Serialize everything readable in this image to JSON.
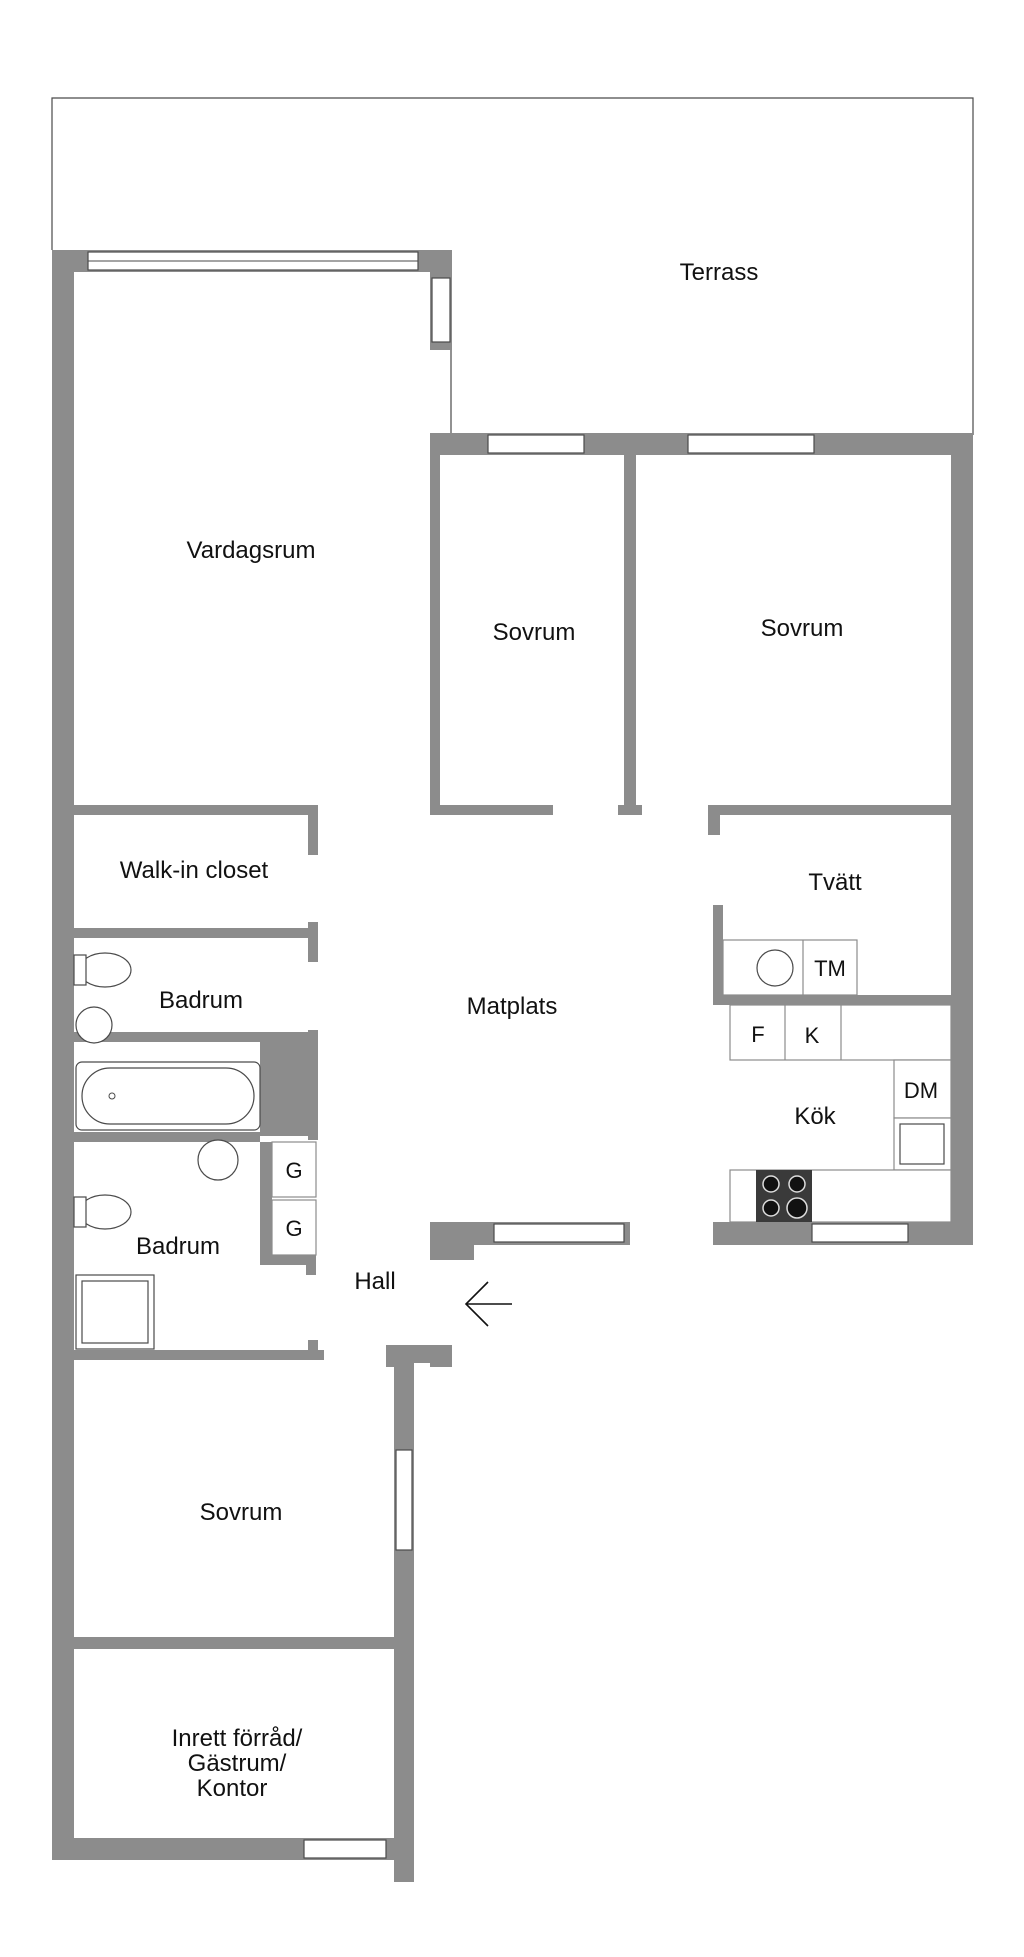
{
  "rooms": {
    "terrace": "Terrass",
    "living_room": "Vardagsrum",
    "bedroom_1": "Sovrum",
    "bedroom_2": "Sovrum",
    "walk_in_closet": "Walk-in closet",
    "laundry": "Tvätt",
    "dining": "Matplats",
    "bathroom_1": "Badrum",
    "bathroom_2": "Badrum",
    "kitchen": "Kök",
    "hall": "Hall",
    "bedroom_3": "Sovrum",
    "storage_lines": [
      "Inrett förråd/",
      "Gästrum/",
      "Kontor"
    ]
  },
  "appliances": {
    "washing_machine": "TM",
    "fridge": "F",
    "freezer": "K",
    "dishwasher": "DM",
    "wardrobe_1": "G",
    "wardrobe_2": "G"
  },
  "colors": {
    "wall": "#8c8c8c",
    "line": "#4a4a4a",
    "stove": "#3a3a3a"
  }
}
